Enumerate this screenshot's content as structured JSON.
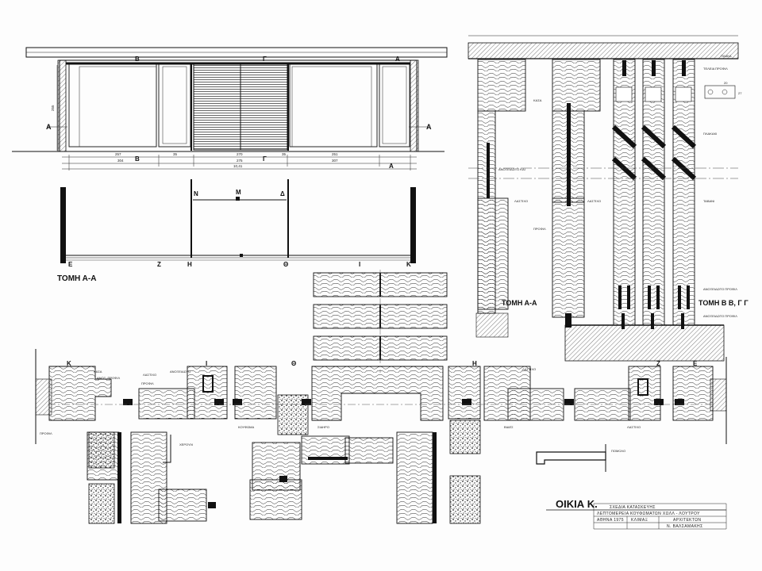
{
  "elevation": {
    "markers": {
      "A_left": "Α",
      "A_right": "Α",
      "B_top": "Β",
      "B_bottom": "Β",
      "G_top": "Γ",
      "G_bottom": "Γ",
      "A_top": "Α",
      "A_bottom": "Α"
    },
    "height_dim": "255",
    "dims_row1": [
      "257",
      "35",
      "270",
      "35",
      "251"
    ],
    "dims_row2": [
      "304",
      "275",
      "307"
    ],
    "total_dim": "10,41"
  },
  "plan": {
    "top_letters": [
      "Ν",
      "Μ",
      "Δ"
    ],
    "bottom_letters": [
      "Ε",
      "Ζ",
      "Η",
      "Θ",
      "Ι",
      "Κ"
    ],
    "caption": "ΤΟΜΗ Α-Α"
  },
  "sections": {
    "caption_aa": "ΤΟΜΗ Α-Α",
    "caption_bb": "ΤΟΜΗ Β Β, Γ Γ",
    "notes_left": [
      "ΚΑΣΑ",
      "ΑΝΟΞΕΙΔΩΤΟ ΚΑΙ",
      "ΛΑΣΤΙΧΟ",
      "ΠΡΟΦΙΛ"
    ],
    "notes_mid": [
      "ΛΑΣΤΙΧΟ"
    ],
    "notes_right": [
      "ΠΛΑΚΑ",
      "ΤΕΛΕΙΑ ΠΡΟΦΙΛ",
      "ΠΛΑΚΑΚΙ",
      "ΤΑΒΑΝΙ",
      "ΑΝΟΞΕΙΔΩΤΟ ΠΡΟΦΙΛ",
      "ΑΝΟΞΕΙΔΩΤΟ ΠΡΟΦΙΛ"
    ],
    "detail_dims": [
      "20",
      "27"
    ]
  },
  "details": {
    "letters": [
      "Κ",
      "Ι",
      "Θ",
      "Η",
      "Ζ",
      "Ε"
    ],
    "notes": [
      "ΚΑΣΑ",
      "ΑΝΟΞ. ΠΡΟΦΙΛ",
      "ΛΑΣΤΙΧΟ",
      "ΠΡΟΦΙΛ",
      "ΑΝΟΞΕΙΔΩΤΟ",
      "ΛΑΣΤΙΧΟ",
      "ΧΕΡΟΥΛΙ",
      "ΠΟΜΟΛΟ",
      "ΛΑΣΤΙΧΟ",
      "ΠΡΟΦΙΛ",
      "ΚΟΥΦΩΜΑ",
      "ΣΙΔΗΡΟ",
      "ΒΙΔΕΣ"
    ]
  },
  "title_block": {
    "title": "ΟΙΚΙΑ Κ.",
    "row1": "ΣΧΕΔΙΑ ΚΑΤΑΣΚΕΥΗΣ",
    "row2": "ΛΕΠΤΟΜΕΡΕΙΑ ΚΟΥΦΩΜΑΤΩΝ ΧΩΛΛ - ΛΟΥΤΡΟΥ",
    "row3": [
      "ΑΘΗΝΑ 1975",
      "ΚΛΙΜΑΞ",
      "ΑΡΧΙΤΕΚΤΩΝ"
    ],
    "row4": [
      "",
      "",
      "Ν. ΒΑΛΣΑΜΑΚΗΣ"
    ]
  }
}
